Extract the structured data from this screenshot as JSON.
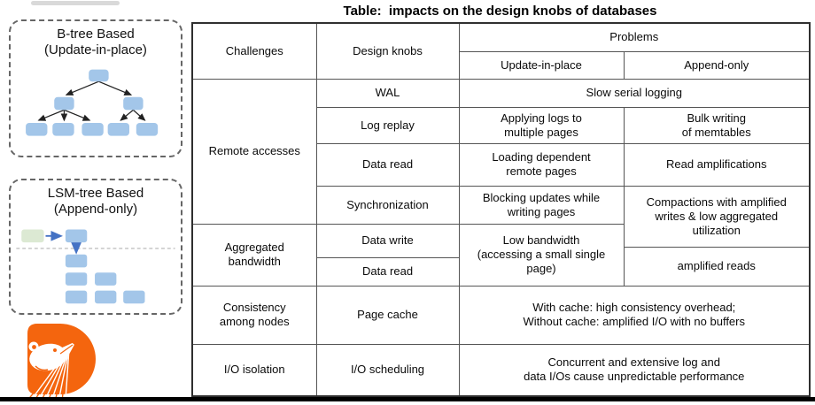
{
  "left_panel": {
    "btree": {
      "title_line1": "B-tree Based",
      "title_line2": "(Update-in-place)"
    },
    "lsm": {
      "title_line1": "LSM-tree Based",
      "title_line2": "(Append-only)"
    }
  },
  "colors": {
    "node_blue": "#A3C6E9",
    "node_green": "#DCE9D3",
    "arrow_blue": "#4472C4",
    "logo_orange": "#F4650E",
    "dashed_gray": "#C0C0C0"
  },
  "table": {
    "title": "Table:  impacts on the design knobs of databases",
    "header": {
      "challenges": "Challenges",
      "design_knobs": "Design knobs",
      "problems": "Problems",
      "update_in_place": "Update-in-place",
      "append_only": "Append-only"
    },
    "cells": {
      "remote_accesses": "Remote accesses",
      "wal": "WAL",
      "slow_serial_logging": "Slow serial logging",
      "log_replay": "Log replay",
      "applying_logs": "Applying logs to\nmultiple pages",
      "bulk_writing": "Bulk writing\nof memtables",
      "data_read_remote": "Data read",
      "loading_dependent": "Loading dependent\nremote pages",
      "read_amplifications": "Read amplifications",
      "synchronization": "Synchronization",
      "blocking_updates": "Blocking updates while\nwriting pages",
      "compactions": "Compactions with amplified\nwrites & low aggregated\nutilization",
      "aggregated_bandwidth": "Aggregated\nbandwidth",
      "data_write": "Data write",
      "low_bandwidth": "Low bandwidth\n(accessing a small single\npage)",
      "data_read_agg": "Data read",
      "amplified_reads": "amplified reads",
      "consistency": "Consistency\namong nodes",
      "page_cache": "Page cache",
      "cache_problem": "With cache: high consistency overhead;\nWithout cache: amplified I/O with no buffers",
      "io_isolation": "I/O isolation",
      "io_scheduling": "I/O scheduling",
      "io_problem": "Concurrent and extensive log and\ndata I/Os cause unpredictable performance"
    }
  }
}
